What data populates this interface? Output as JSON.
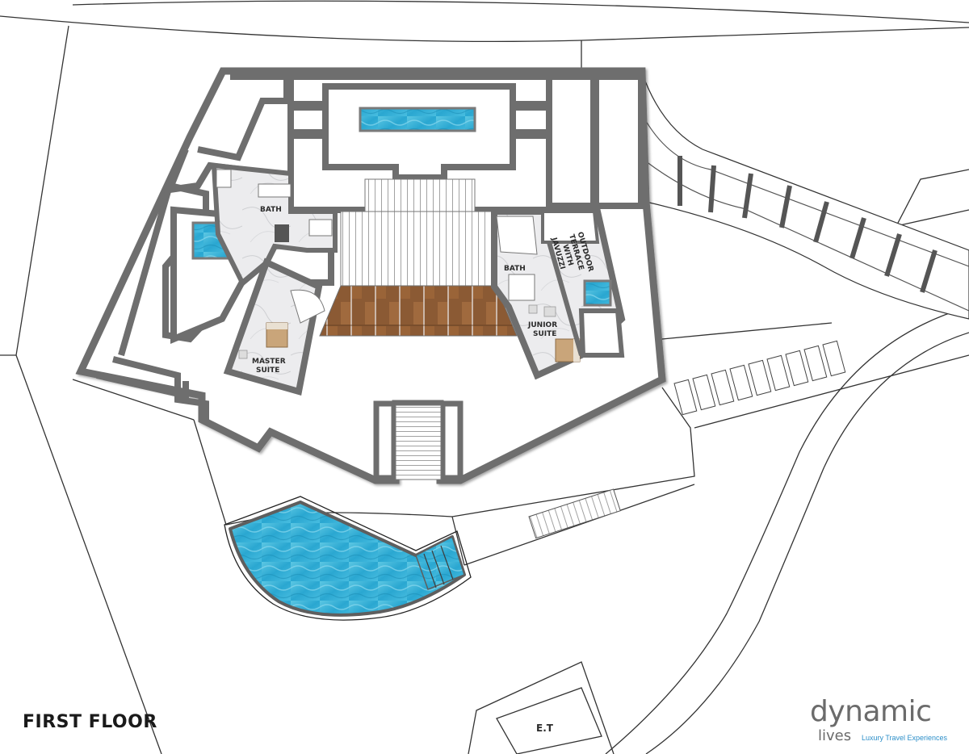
{
  "plan": {
    "title": "FIRST FLOOR",
    "rooms": {
      "bath_master": "BATH",
      "master_suite": [
        "MASTER",
        "SUITE"
      ],
      "bath_junior": "BATH",
      "junior_suite": [
        "JUNIOR",
        "SUITE"
      ],
      "outdoor_terrace": [
        "OUTDOOR",
        "TERRACE",
        "WITH",
        "JAVUZZI"
      ],
      "et": "E.T"
    }
  },
  "brand": {
    "name": "dynamic",
    "sub": "lives",
    "tagline": "Luxury Travel Experiences"
  },
  "colors": {
    "wall": "#6e6e6e",
    "pool": "#3fb4d6",
    "deck": "#8b5a34",
    "marble": "#e9e9ea",
    "line": "#333333",
    "logo_gray": "#6b6b6b",
    "logo_blue": "#2d8fc9"
  }
}
